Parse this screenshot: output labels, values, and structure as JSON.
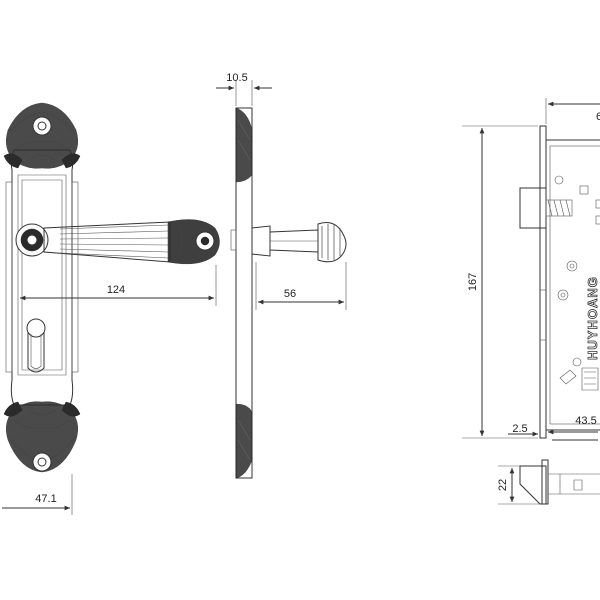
{
  "dimensions": {
    "plate_thickness": "10.5",
    "handle_length": "124",
    "handle_projection": "56",
    "plate_width": "47.1",
    "lock_height": "167",
    "lock_backset": "43.5",
    "faceplate_offset": "2.5",
    "latch_height": "22",
    "lock_width_partial": "6"
  },
  "brand": {
    "logo_text": "HUYHOANG"
  },
  "colors": {
    "line": "#333333",
    "ornament_dark": "#2b2b2b"
  }
}
